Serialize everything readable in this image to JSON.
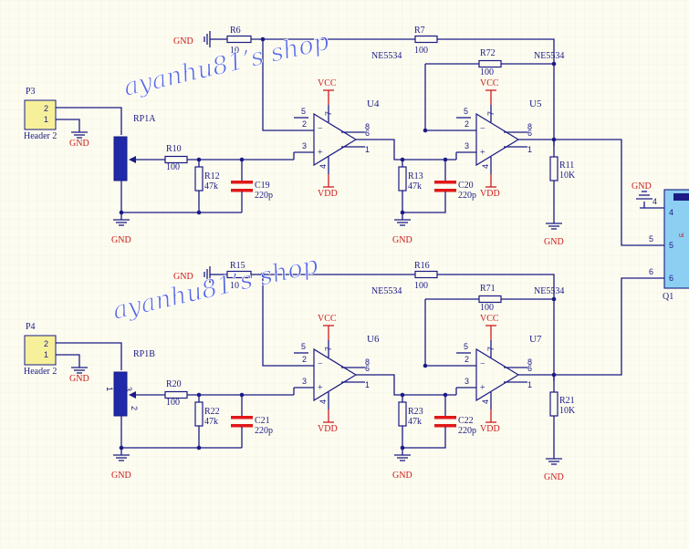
{
  "watermark": "ayanhu81’s shop",
  "power": {
    "gnd": "GND",
    "vcc": "VCC",
    "vdd": "VDD"
  },
  "top": {
    "connector": {
      "ref": "P3",
      "type": "Header 2",
      "pin2": "2",
      "pin1": "1"
    },
    "pot": "RP1A",
    "r_gain_in": {
      "ref": "R6",
      "value": "10"
    },
    "r_gain_out": {
      "ref": "R7",
      "value": "100"
    },
    "r_fb": {
      "ref": "R72",
      "value": "100"
    },
    "r_series": {
      "ref": "R10",
      "value": "100"
    },
    "r_shunt1": {
      "ref": "R12",
      "value": "47k"
    },
    "c1": {
      "ref": "C19",
      "value": "220p"
    },
    "r_shunt2": {
      "ref": "R13",
      "value": "47k"
    },
    "c2": {
      "ref": "C20",
      "value": "220p"
    },
    "r_load": {
      "ref": "R11",
      "value": "10K"
    },
    "opamp1": {
      "ref": "U4",
      "part": "NE5534"
    },
    "opamp2": {
      "ref": "U5",
      "part": "NE5534"
    }
  },
  "bottom": {
    "connector": {
      "ref": "P4",
      "type": "Header 2",
      "pin2": "2",
      "pin1": "1"
    },
    "pot": "RP1B",
    "r_gain_in": {
      "ref": "R15",
      "value": "10"
    },
    "r_gain_out": {
      "ref": "R16",
      "value": "100"
    },
    "r_fb": {
      "ref": "R71",
      "value": "100"
    },
    "r_series": {
      "ref": "R20",
      "value": "100"
    },
    "r_shunt1": {
      "ref": "R22",
      "value": "47k"
    },
    "c1": {
      "ref": "C21",
      "value": "220p"
    },
    "r_shunt2": {
      "ref": "R23",
      "value": "47k"
    },
    "c2": {
      "ref": "C22",
      "value": "220p"
    },
    "r_load": {
      "ref": "R21",
      "value": "10K"
    },
    "opamp1": {
      "ref": "U6",
      "part": "NE5534"
    },
    "opamp2": {
      "ref": "U7",
      "part": "NE5534"
    }
  },
  "q1": {
    "ref": "Q1",
    "pin4": "4",
    "pin5": "5",
    "pin6": "6"
  },
  "opamp_pins": {
    "p2": "2",
    "p3": "3",
    "p4": "4",
    "p5": "5",
    "p6": "6",
    "p7": "7",
    "p8": "8",
    "p1": "1"
  },
  "pot_pins": {
    "a": "1",
    "b": "3",
    "c": "2"
  }
}
